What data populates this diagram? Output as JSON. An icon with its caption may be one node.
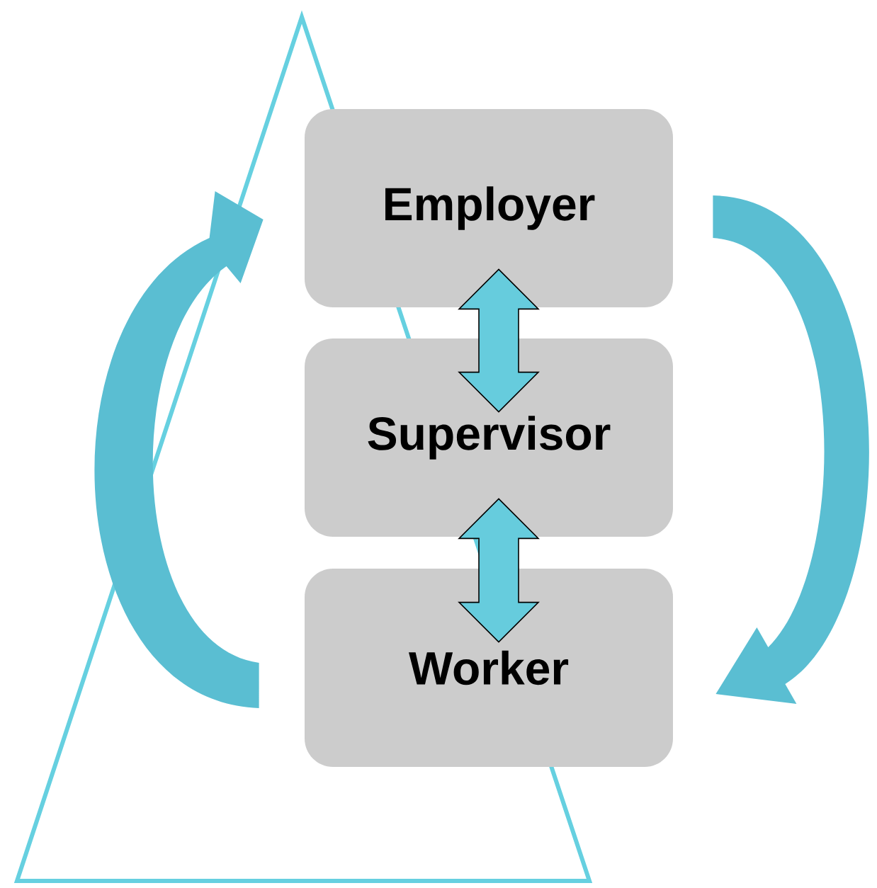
{
  "diagram": {
    "nodes": [
      {
        "text": [
          "Employer"
        ]
      },
      {
        "text": [
          "Supervisor"
        ]
      },
      {
        "text": [
          "Worker"
        ]
      }
    ],
    "edges": [
      {
        "from": 0,
        "to": 1,
        "arrow": "both"
      },
      {
        "from": 1,
        "to": 2,
        "arrow": "both"
      },
      {
        "from": 2,
        "to": 0,
        "arrow": "to"
      },
      {
        "from": 0,
        "to": 2,
        "arrow": "to"
      }
    ]
  }
}
